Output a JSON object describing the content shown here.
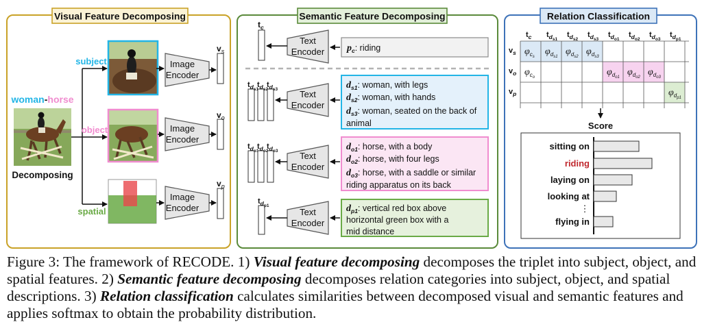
{
  "panels": {
    "visual": {
      "title": "Visual Feature Decomposing"
    },
    "semantic": {
      "title": "Semantic Feature Decomposing"
    },
    "relation": {
      "title": "Relation Classification"
    }
  },
  "visual": {
    "pair_subject": "woman",
    "pair_dash": "-",
    "pair_object": "horse",
    "decomposing": "Decomposing",
    "branches": [
      {
        "label": "subject",
        "encoder": [
          "Image",
          "Encoder"
        ],
        "vec": "v",
        "sub": "s"
      },
      {
        "label": "object",
        "encoder": [
          "Image",
          "Encoder"
        ],
        "vec": "v",
        "sub": "o"
      },
      {
        "label": "spatial",
        "encoder": [
          "Image",
          "Encoder"
        ],
        "vec": "v",
        "sub": "p"
      }
    ]
  },
  "semantic": {
    "encoder": [
      "Text",
      "Encoder"
    ],
    "top": {
      "vec": "t",
      "sub": "c",
      "desc_key": "p",
      "desc_sub": "c",
      "desc_text": ": riding"
    },
    "groups": [
      {
        "vec_subs": [
          "ds1",
          "ds2",
          "ds3"
        ],
        "items": [
          {
            "key": "d",
            "sub": "s1",
            "lines": [
              ": woman, with legs"
            ]
          },
          {
            "key": "d",
            "sub": "s2",
            "lines": [
              ": woman, with hands"
            ]
          },
          {
            "key": "d",
            "sub": "s3",
            "lines": [
              ": woman, seated on the back of",
              "animal"
            ]
          }
        ]
      },
      {
        "vec_subs": [
          "do1",
          "do2",
          "do3"
        ],
        "items": [
          {
            "key": "d",
            "sub": "o1",
            "lines": [
              ": horse, with a body"
            ]
          },
          {
            "key": "d",
            "sub": "o2",
            "lines": [
              ": horse, with four legs"
            ]
          },
          {
            "key": "d",
            "sub": "o3",
            "lines": [
              ": horse, with a saddle or similar",
              "riding apparatus on its back"
            ]
          }
        ]
      },
      {
        "vec_subs": [
          "dp1"
        ],
        "items": [
          {
            "key": "d",
            "sub": "p1",
            "lines": [
              ": vertical red box above",
              "horizontal green box with a",
              "mid distance"
            ]
          }
        ]
      }
    ]
  },
  "relation": {
    "col_heads": [
      "c",
      "ds1",
      "ds2",
      "ds3",
      "do1",
      "do2",
      "do3",
      "dp1"
    ],
    "row_heads": [
      "s",
      "o",
      "p"
    ],
    "cells": [
      {
        "row": 0,
        "col": 0,
        "sub": "cs",
        "color": "#dbe9f6"
      },
      {
        "row": 0,
        "col": 1,
        "sub": "ds1",
        "color": "#dbe9f6"
      },
      {
        "row": 0,
        "col": 2,
        "sub": "ds2",
        "color": "#dbe9f6"
      },
      {
        "row": 0,
        "col": 3,
        "sub": "ds3",
        "color": "#dbe9f6"
      },
      {
        "row": 1,
        "col": 0,
        "sub": "co",
        "color": "#ffffff"
      },
      {
        "row": 1,
        "col": 4,
        "sub": "do1",
        "color": "#f7d3ef"
      },
      {
        "row": 1,
        "col": 5,
        "sub": "do2",
        "color": "#f7d3ef"
      },
      {
        "row": 1,
        "col": 6,
        "sub": "do3",
        "color": "#f7d3ef"
      },
      {
        "row": 2,
        "col": 7,
        "sub": "dp1",
        "color": "#dcedd2"
      }
    ],
    "score_title": "Score",
    "scores": [
      {
        "label": "sitting on",
        "value": 0.66,
        "highlight": false
      },
      {
        "label": "riding",
        "value": 0.85,
        "highlight": true
      },
      {
        "label": "laying on",
        "value": 0.56,
        "highlight": false
      },
      {
        "label": "looking at",
        "value": 0.33,
        "highlight": false
      },
      {
        "label": "flying in",
        "value": 0.28,
        "highlight": false
      }
    ],
    "ellipsis": "⋮"
  },
  "caption": {
    "prefix": "Figure 3: The framework of RECODE. 1) ",
    "term1": "Visual feature decomposing",
    "text1": " decomposes the triplet into subject, object, and spatial features. 2) ",
    "term2": "Semantic feature decomposing",
    "text2": " decomposes relation categories into subject, object, and spatial descriptions. 3) ",
    "term3": "Relation classification",
    "text3": " calculates similarities between decomposed visual and semantic features and applies softmax to obtain the probability distribution."
  },
  "colors": {
    "visual_border": "#c9a227",
    "semantic_border": "#5a8a3a",
    "relation_border": "#3d72b8",
    "subject": "#22b5e6",
    "object": "#f08ccf",
    "spatial": "#6aaa46",
    "riding": "#c0282e"
  }
}
